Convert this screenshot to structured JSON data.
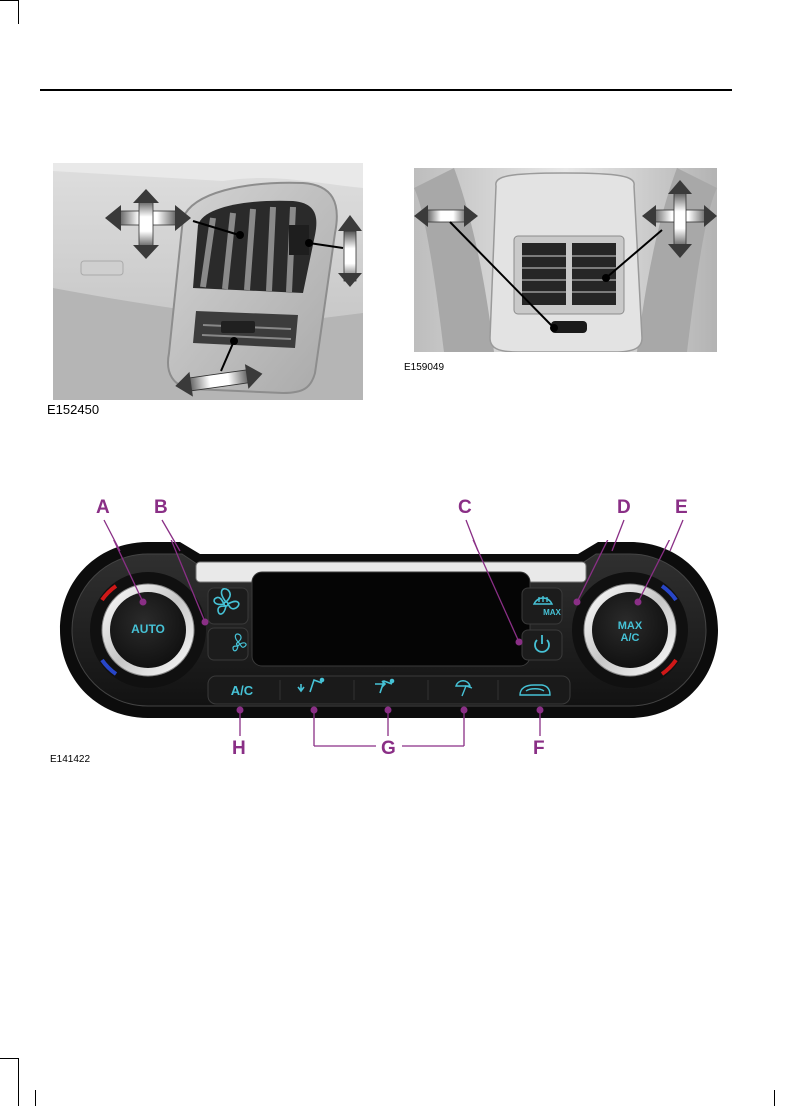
{
  "figures": {
    "dash_vent": {
      "id": "E152450"
    },
    "rear_vent": {
      "id": "E159049"
    },
    "climate_panel": {
      "id": "E141422",
      "callouts": [
        "A",
        "B",
        "C",
        "D",
        "E",
        "F",
        "G",
        "H"
      ],
      "knob_left_label": "AUTO",
      "knob_right_label_line1": "MAX",
      "knob_right_label_line2": "A/C",
      "max_defrost_label": "MAX",
      "ac_button_label": "A/C"
    }
  },
  "colors": {
    "callout": "#8a2f86",
    "button_glyph": "#46c2d6",
    "hot": "#d01818",
    "cold": "#2846c8"
  },
  "icons": [
    "fan-icon",
    "fan-small-icon",
    "power-icon",
    "max-defrost-icon",
    "floor-airflow-icon",
    "face-airflow-icon",
    "windscreen-airflow-icon",
    "recirculation-icon",
    "move-arrows-icon"
  ]
}
